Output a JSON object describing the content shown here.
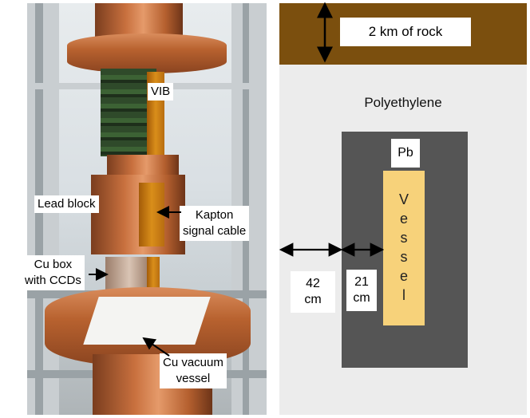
{
  "photo": {
    "labels": {
      "vib": "VIB",
      "lead_block": "Lead block",
      "kapton_line1": "Kapton",
      "kapton_line2": "signal cable",
      "cu_box_line1": "Cu box",
      "cu_box_line2": "with CCDs",
      "cu_vessel_line1": "Cu vacuum",
      "cu_vessel_line2": "vessel"
    }
  },
  "schematic": {
    "rock_label": "2 km of rock",
    "polyethylene_label": "Polyethylene",
    "pb_label": "Pb",
    "vessel_letters": [
      "V",
      "e",
      "s",
      "s",
      "e",
      "l"
    ],
    "dim_outer_value": "42",
    "dim_outer_unit": "cm",
    "dim_inner_value": "21",
    "dim_inner_unit": "cm"
  },
  "colors": {
    "rock": "#7b4f0e",
    "polyethylene": "#ececec",
    "lead": "#555555",
    "vessel": "#f7d27a"
  }
}
